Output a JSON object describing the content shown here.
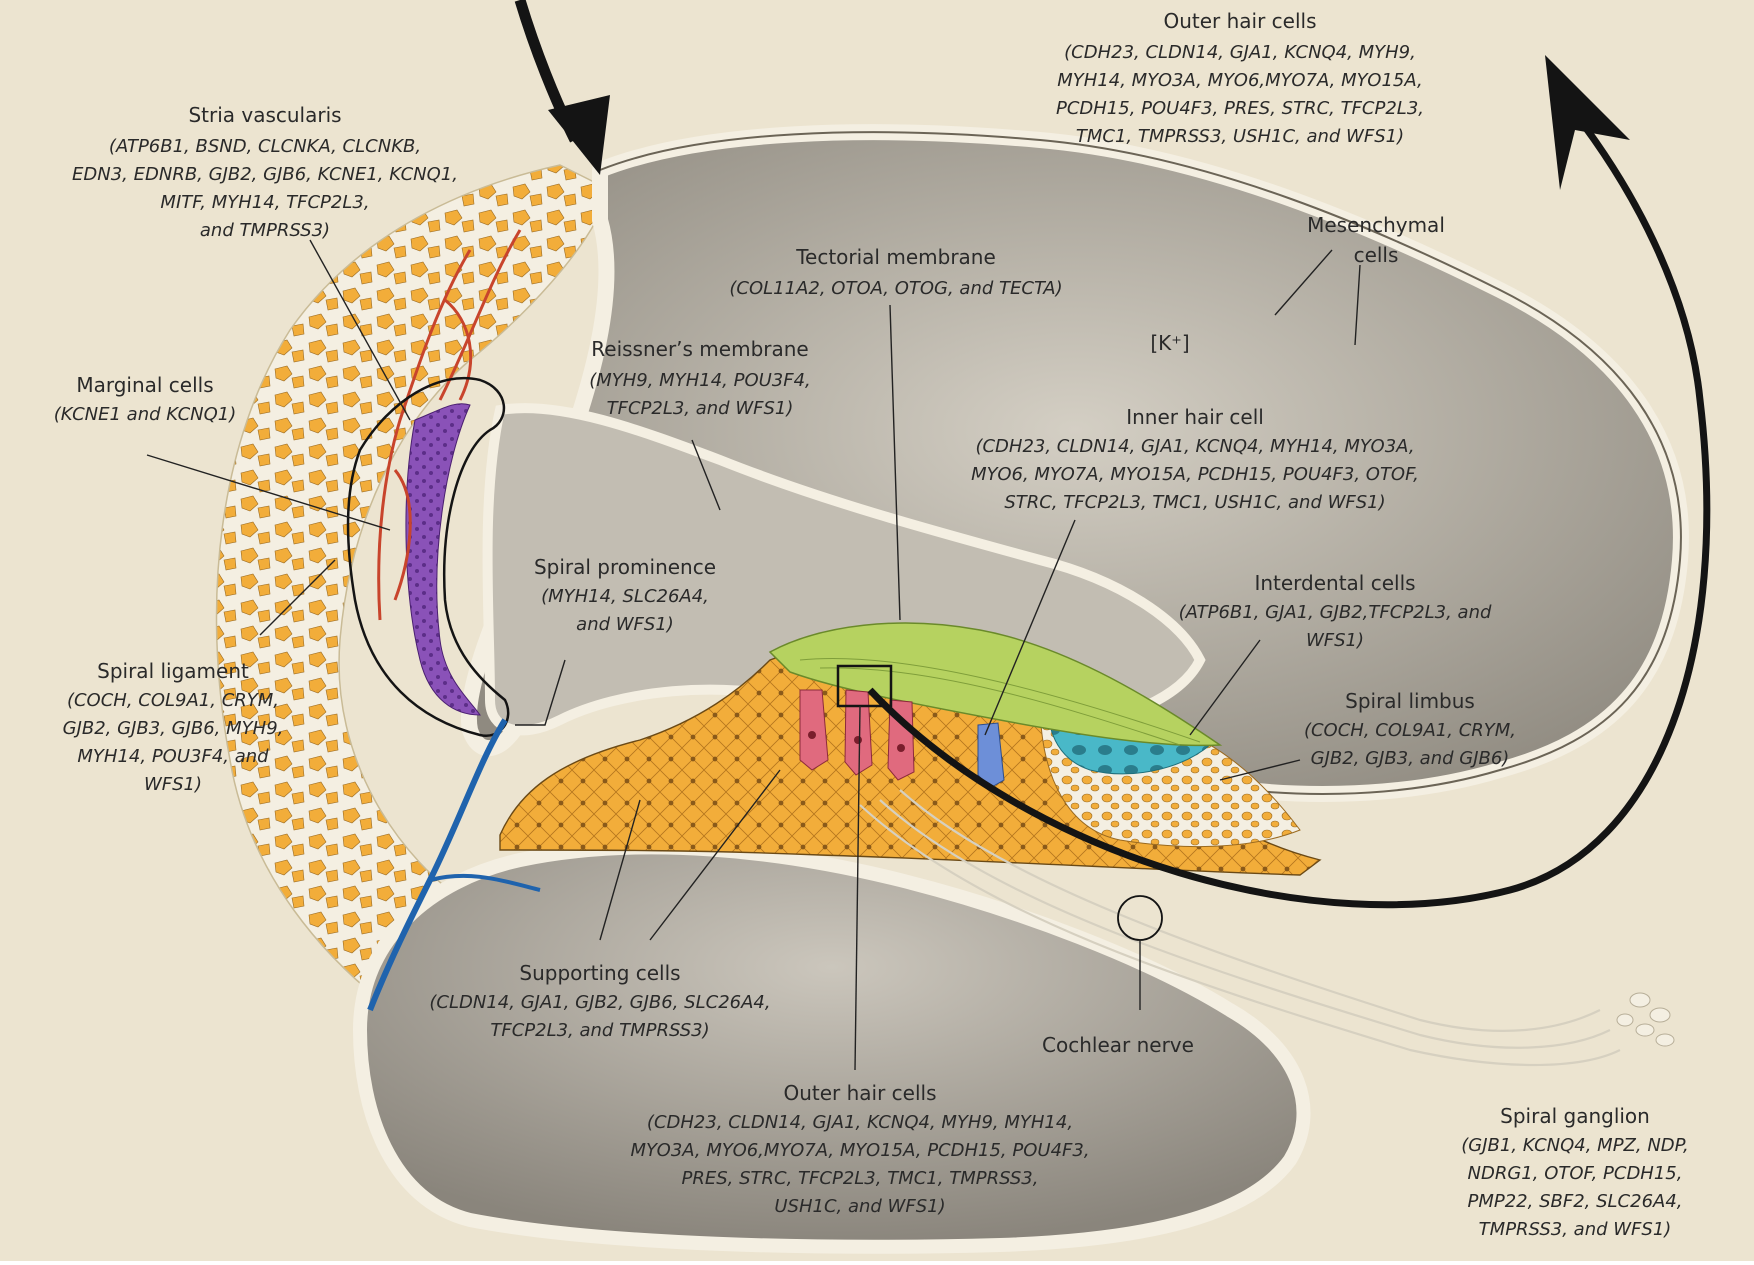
{
  "colors": {
    "background": "#ece4d0",
    "wall": "#f4efe2",
    "chamber": "#b9b4aa",
    "ligament_cells": "#f2ad3a",
    "stria_vessels": "#c8442c",
    "marginal_cells": "#8a52b8",
    "tectorial_membrane": "#b6d260",
    "hair_cells": "#e06a7e",
    "inner_hair_cell": "#6d8fd8",
    "interdental_cells": "#49b8c8",
    "blood_vessel": "#1f63ad",
    "arrow": "#141414"
  },
  "labels": {
    "outer_hair_cells_top": {
      "title": "Outer hair cells",
      "genes": [
        "(CDH23, CLDN14, GJA1, KCNQ4, MYH9,",
        "MYH14, MYO3A, MYO6,MYO7A, MYO15A,",
        "PCDH15, POU4F3, PRES, STRC, TFCP2L3,",
        "TMC1, TMPRSS3, USH1C, and WFS1)"
      ]
    },
    "stria_vascularis": {
      "title": "Stria vascularis",
      "genes": [
        "(ATP6B1, BSND, CLCNKA, CLCNKB,",
        "EDN3, EDNRB, GJB2, GJB6, KCNE1, KCNQ1,",
        "MITF, MYH14, TFCP2L3,",
        "and TMPRSS3)"
      ]
    },
    "mesenchymal_cells": {
      "title": [
        "Mesenchymal",
        "cells"
      ]
    },
    "tectorial_membrane": {
      "title": "Tectorial membrane",
      "genes": [
        "(COL11A2, OTOA, OTOG, and TECTA)"
      ]
    },
    "potassium": "[K⁺]",
    "reissners_membrane": {
      "title": "Reissner’s membrane",
      "genes": [
        "(MYH9, MYH14, POU3F4,",
        "TFCP2L3, and WFS1)"
      ]
    },
    "marginal_cells": {
      "title": "Marginal cells",
      "genes": [
        "(KCNE1 and KCNQ1)"
      ]
    },
    "inner_hair_cell": {
      "title": "Inner hair cell",
      "genes": [
        "(CDH23, CLDN14, GJA1, KCNQ4, MYH14, MYO3A,",
        "MYO6, MYO7A, MYO15A, PCDH15, POU4F3, OTOF,",
        "STRC, TFCP2L3, TMC1, USH1C, and WFS1)"
      ]
    },
    "spiral_prominence": {
      "title": "Spiral prominence",
      "genes": [
        "(MYH14, SLC26A4,",
        "and WFS1)"
      ]
    },
    "interdental_cells": {
      "title": "Interdental cells",
      "genes": [
        "(ATP6B1, GJA1, GJB2,TFCP2L3, and",
        "WFS1)"
      ]
    },
    "spiral_ligament": {
      "title": "Spiral ligament",
      "genes": [
        "(COCH, COL9A1, CRYM,",
        "GJB2, GJB3, GJB6, MYH9,",
        "MYH14, POU3F4, and",
        "WFS1)"
      ]
    },
    "spiral_limbus": {
      "title": "Spiral limbus",
      "genes": [
        "(COCH, COL9A1, CRYM,",
        "GJB2, GJB3, and GJB6)"
      ]
    },
    "supporting_cells": {
      "title": "Supporting cells",
      "genes": [
        "(CLDN14, GJA1, GJB2, GJB6, SLC26A4,",
        "TFCP2L3, and TMPRSS3)"
      ]
    },
    "cochlear_nerve": {
      "title": "Cochlear nerve"
    },
    "outer_hair_cells_bottom": {
      "title": "Outer hair cells",
      "genes": [
        "(CDH23, CLDN14, GJA1, KCNQ4, MYH9, MYH14,",
        "MYO3A, MYO6,MYO7A, MYO15A, PCDH15, POU4F3,",
        "PRES, STRC, TFCP2L3, TMC1, TMPRSS3,",
        "USH1C, and  WFS1)"
      ]
    },
    "spiral_ganglion": {
      "title": "Spiral ganglion",
      "genes": [
        "(GJB1, KCNQ4, MPZ, NDP,",
        "NDRG1, OTOF, PCDH15,",
        "PMP22, SBF2, SLC26A4,",
        "TMPRSS3, and WFS1)"
      ]
    }
  }
}
